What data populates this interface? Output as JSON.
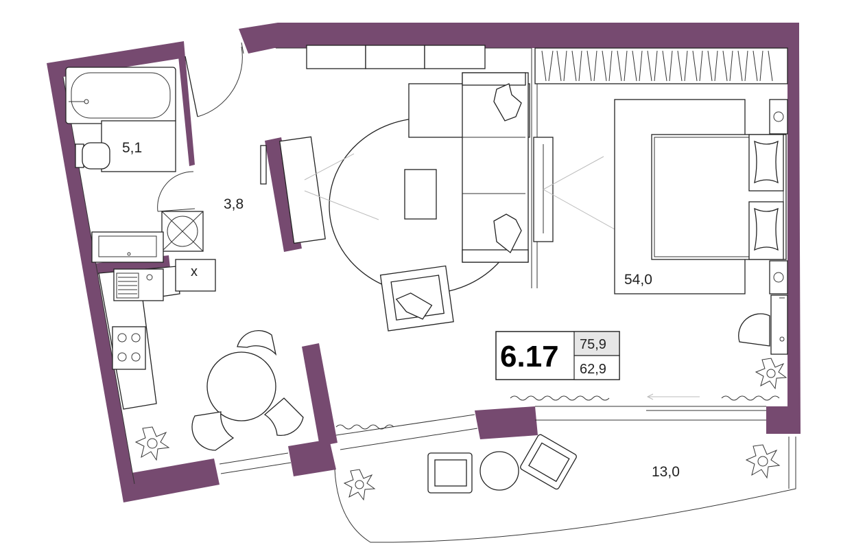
{
  "plan": {
    "apartment_number": "6.17",
    "total_area": "75,9",
    "living_area": "62,9",
    "rooms": [
      {
        "id": "bathroom",
        "area": "5,1"
      },
      {
        "id": "hallway",
        "area": "3,8"
      },
      {
        "id": "living-room",
        "area": "54,0"
      },
      {
        "id": "terrace",
        "area": "13,0"
      }
    ],
    "colors": {
      "wall": "#764a70",
      "line": "#222222",
      "background": "#ffffff",
      "badge_highlight": "#e6e6e6"
    }
  }
}
